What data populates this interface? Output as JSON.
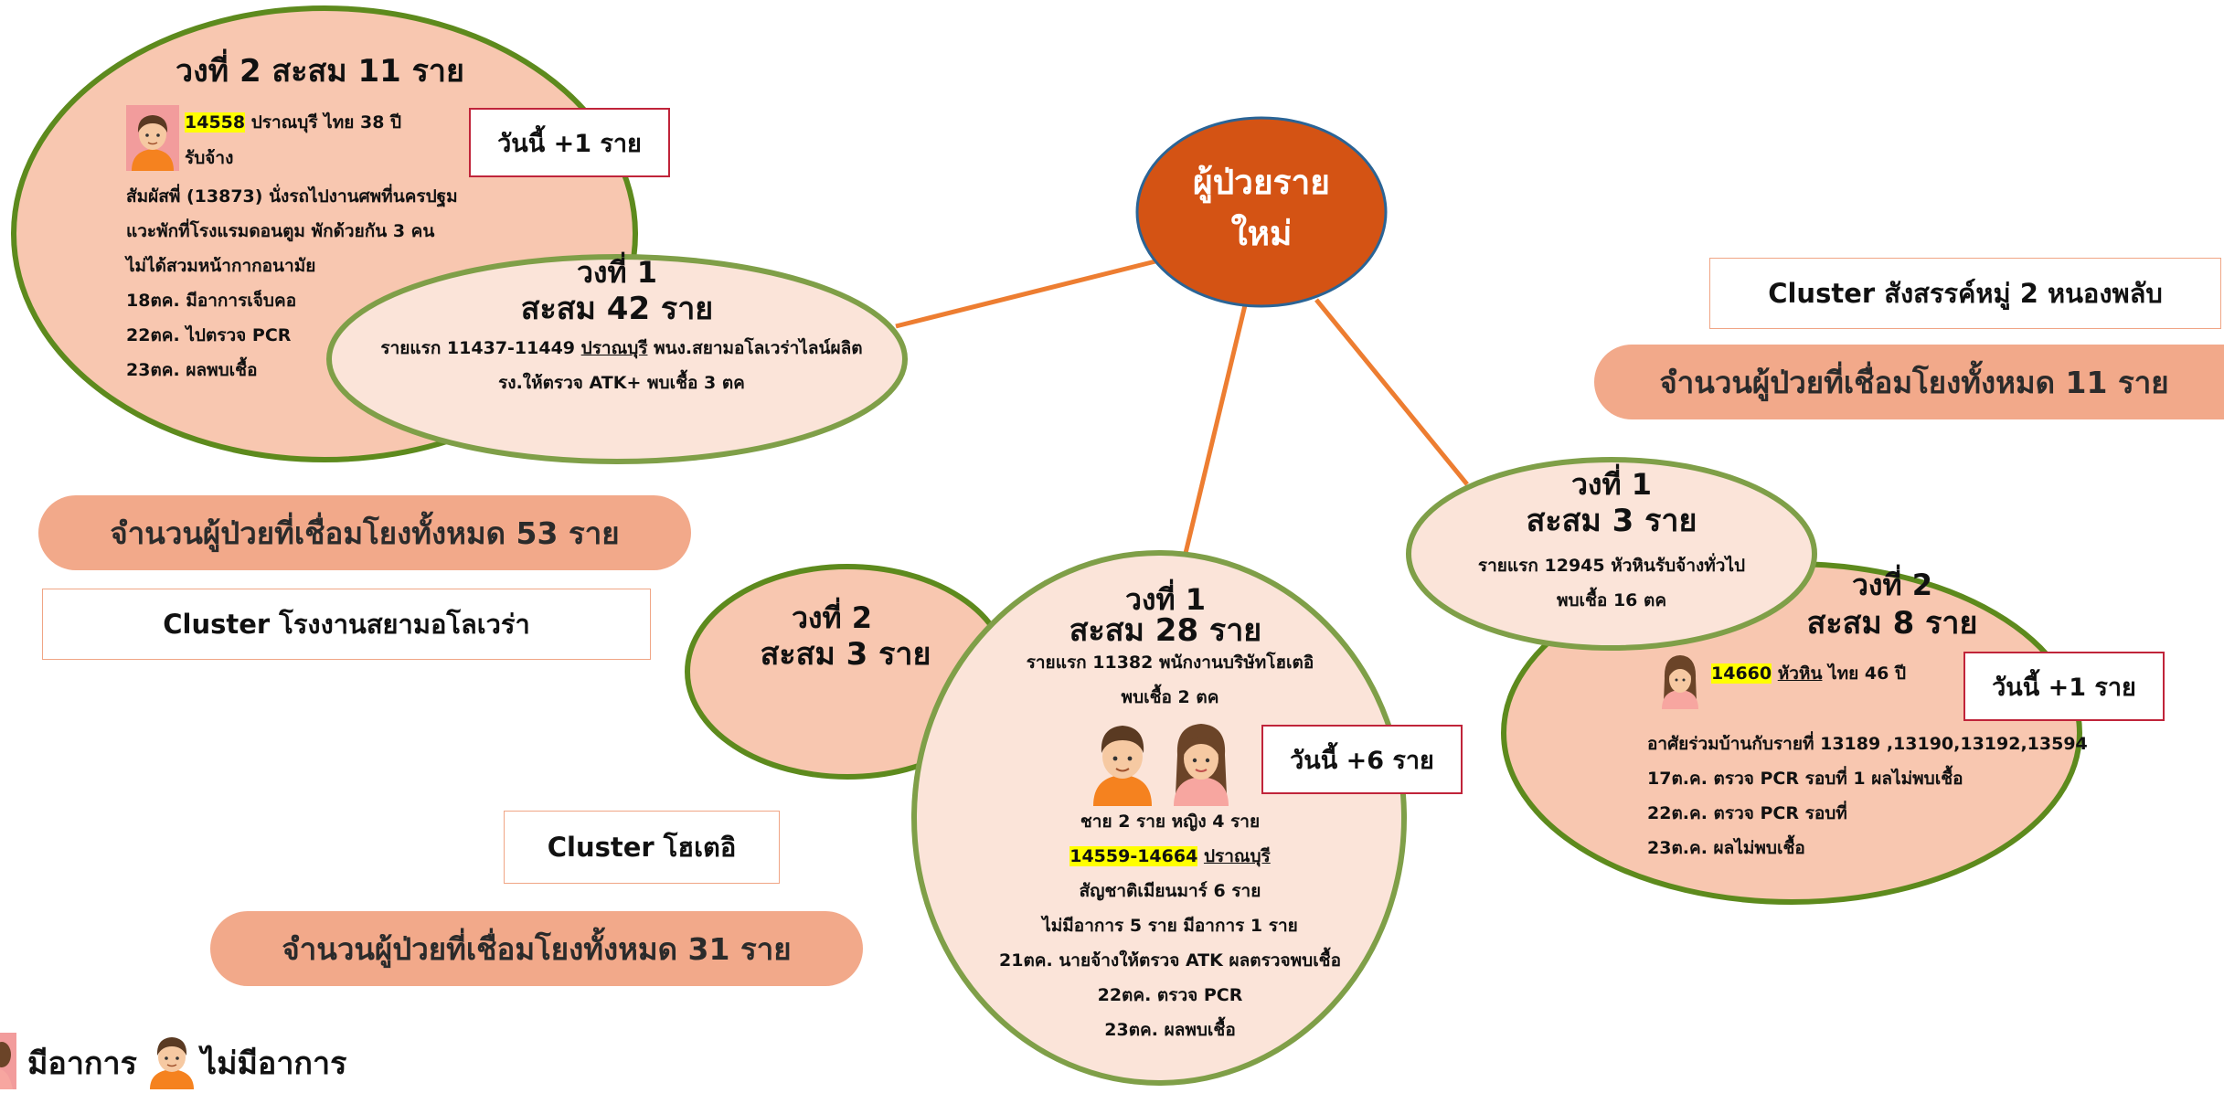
{
  "center": {
    "line1": "ผู้ป่วยราย",
    "line2": "ใหม่"
  },
  "left_cluster": {
    "ring2": {
      "title": "วงที่ 2  สะสม  11  ราย",
      "case_id": "14558",
      "case_info": "ปราณบุรี ไทย 38 ปี",
      "case_job": "รับจ้าง",
      "details": [
        "สัมผัสพี่ (13873) นั่งรถไปงานศพที่นครปฐม",
        "แวะพักที่โรงแรมดอนตูม พักด้วยกัน 3 คน",
        "ไม่ได้สวมหน้ากากอนามัย",
        "18ตค. มีอาการเจ็บคอ",
        "22ตค. ไปตรวจ PCR",
        "23ตค. ผลพบเชื้อ"
      ]
    },
    "today_badge": "วันนี้ +1 ราย",
    "ring1": {
      "title1": "วงที่ 1",
      "title2": "สะสม 42 ราย",
      "line1_pre": "รายแรก 11437-11449 ",
      "line1_place": "ปราณบุรี",
      "line1_post": " พนง.สยามอโลเวร่าไลน์ผลิต",
      "line2": "รง.ให้ตรวจ ATK+ พบเชื้อ 3 ตค"
    },
    "total_pill": "จำนวนผู้ป่วยที่เชื่อมโยงทั้งหมด 53 ราย",
    "cluster_name": "Cluster โรงงานสยามอโลเวร่า"
  },
  "middle_cluster": {
    "ring2": {
      "title1": "วงที่ 2",
      "title2": "สะสม  3  ราย"
    },
    "ring1": {
      "title1": "วงที่ 1",
      "title2": "สะสม 28 ราย",
      "first": "รายแรก 11382 พนักงานบริษัทโฮเตอิ",
      "found": "พบเชื้อ 2 ตค",
      "gender": "ชาย 2 ราย  หญิง 4 ราย",
      "ids": "14559-14664",
      "place": "ปราณบุรี",
      "details": [
        "สัญชาติเมียนมาร์ 6 ราย",
        "ไม่มีอาการ 5 ราย  มีอาการ 1 ราย",
        "21ตค. นายจ้างให้ตรวจ ATK ผลตรวจพบเชื้อ",
        "22ตค. ตรวจ PCR",
        "23ตค. ผลพบเชื้อ"
      ]
    },
    "today_badge": "วันนี้ +6 ราย",
    "cluster_name": "Cluster โฮเตอิ",
    "total_pill": "จำนวนผู้ป่วยที่เชื่อมโยงทั้งหมด 31 ราย"
  },
  "right_cluster": {
    "cluster_name": "Cluster สังสรรค์หมู่ 2 หนองพลับ",
    "total_pill": "จำนวนผู้ป่วยที่เชื่อมโยงทั้งหมด 11 ราย",
    "ring1": {
      "title1": "วงที่ 1",
      "title2": "สะสม 3 ราย",
      "line1": "รายแรก 12945 หัวหินรับจ้างทั่วไป",
      "line2": "พบเชื้อ 16 ตค"
    },
    "ring2": {
      "title1": "วงที่ 2",
      "title2": "สะสม 8 ราย",
      "case_id": "14660",
      "case_place": "หัวหิน",
      "case_info": " ไทย 46 ปี",
      "details": [
        "อาศัยร่วมบ้านกับรายที่ 13189 ,13190,13192,13594",
        "17ต.ค. ตรวจ PCR รอบที่ 1 ผลไม่พบเชื้อ",
        "22ต.ค. ตรวจ PCR รอบที่",
        "23ต.ค.  ผลไม่พบเชื้อ"
      ]
    },
    "today_badge": "วันนี้ +1 ราย"
  },
  "legend": {
    "symptomatic": "มีอาการ",
    "asymptomatic": "ไม่มีอาการ"
  },
  "colors": {
    "center_fill": "#d45314",
    "outer_ring_fill": "#f8c7b0",
    "inner_ring_fill": "#fbe4d9",
    "outer_ring_stroke": "#5d8a1d",
    "inner_ring_stroke": "#7f9f48",
    "connector": "#ed7d31",
    "pill": "#f2a98a",
    "highlight": "#ffff00"
  },
  "icons": [
    "boy-avatar-icon",
    "girl-avatar-icon"
  ]
}
